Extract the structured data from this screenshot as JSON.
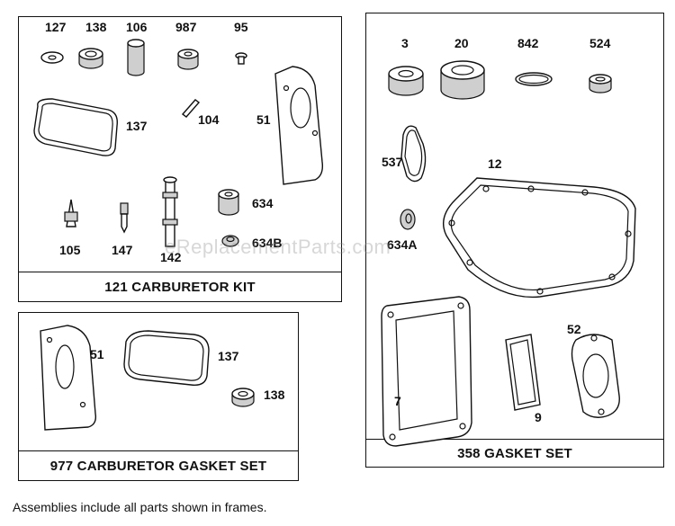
{
  "watermark": "eReplacementParts.com",
  "footnote": "Assemblies include all parts shown in frames.",
  "carburetor_kit": {
    "title": "121 CARBURETOR KIT",
    "labels": {
      "p127": "127",
      "p138": "138",
      "p106": "106",
      "p987": "987",
      "p95": "95",
      "p137": "137",
      "p104": "104",
      "p51": "51",
      "p634": "634",
      "p105": "105",
      "p147": "147",
      "p142": "142",
      "p634b": "634B"
    }
  },
  "carburetor_gasket_set": {
    "title": "977 CARBURETOR GASKET SET",
    "labels": {
      "p51": "51",
      "p137": "137",
      "p138": "138"
    }
  },
  "gasket_set": {
    "title": "358 GASKET SET",
    "labels": {
      "p3": "3",
      "p20": "20",
      "p842": "842",
      "p524": "524",
      "p537": "537",
      "p12": "12",
      "p634a": "634A",
      "p7": "7",
      "p9": "9",
      "p52": "52"
    }
  }
}
